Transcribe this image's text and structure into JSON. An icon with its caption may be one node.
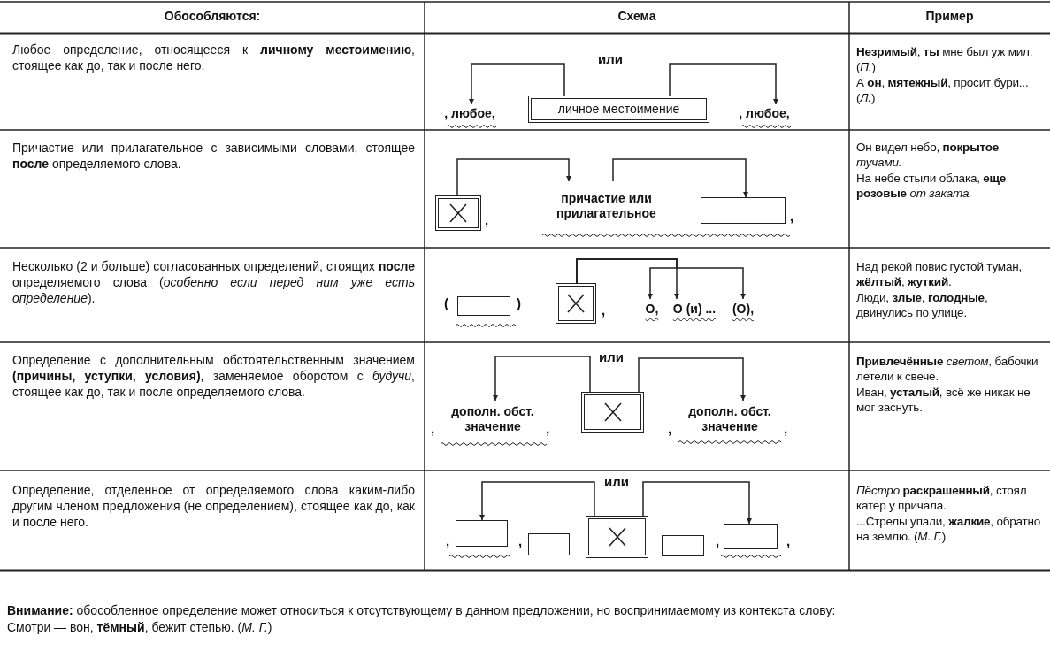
{
  "diagram": {
    "nodes": [
      {
        "text": [
          ", любое,"
        ]
      },
      {
        "text": [
          "личное местоимение"
        ]
      },
      {
        "text": [
          ", любое,"
        ]
      },
      {
        "text": [],
        "shape": "box"
      },
      {
        "text": [
          "причастие или прилагательное"
        ]
      },
      {
        "text": [],
        "shape": "box"
      },
      {
        "text": [],
        "shape": "box"
      },
      {
        "text": [],
        "shape": "box"
      },
      {
        "text": [
          "О,"
        ]
      },
      {
        "text": [
          "О (и) ..."
        ]
      },
      {
        "text": [
          "(О),"
        ]
      },
      {
        "text": [
          "дополн. обст. значение"
        ]
      },
      {
        "text": [],
        "shape": "box"
      },
      {
        "text": [
          "дополн. обст. значение"
        ]
      },
      {
        "text": [],
        "shape": "box"
      },
      {
        "text": [],
        "shape": "box"
      },
      {
        "text": [],
        "shape": "box"
      },
      {
        "text": [],
        "shape": "box"
      },
      {
        "text": [],
        "shape": "box"
      }
    ],
    "edges": [
      {
        "from": 1,
        "to": 0,
        "arrow": "to"
      },
      {
        "from": 1,
        "to": 2,
        "arrow": "to"
      },
      {
        "from": 3,
        "to": 4,
        "arrow": "to"
      },
      {
        "from": 4,
        "to": 5,
        "arrow": "to"
      },
      {
        "from": 7,
        "to": 8,
        "arrow": "to"
      },
      {
        "from": 7,
        "to": 9,
        "arrow": "to"
      },
      {
        "from": 7,
        "to": 10,
        "arrow": "to"
      },
      {
        "from": 12,
        "to": 11,
        "arrow": "to"
      },
      {
        "from": 12,
        "to": 13,
        "arrow": "to"
      },
      {
        "from": 16,
        "to": 14,
        "arrow": "to"
      },
      {
        "from": 16,
        "to": 18,
        "arrow": "to"
      }
    ],
    "labels": [
      "Обособляются:",
      "Схема",
      "Пример",
      "Любое определение, относящееся к **личному местоимению**, стоящее как до, так и после него.",
      "или",
      "**Незримый**, **ты** мне был уж мил. (*П.*)",
      "А **он**, **мятежный**, просит бури... (*Л.*)",
      "Причастие или прилагательное с зависимыми словами, стоящее **после** определяемого слова.",
      ",",
      ",",
      "Он видел небо, **покрытое** *тучами.*",
      "На небе стыли облака, **еще розовые** *от заката.*",
      "Несколько (2 и больше) согласованных определений, стоящих **после** определяемого слова (*особенно если перед ним уже есть определение*).",
      "(",
      ")",
      ",",
      "Над рекой повис густой туман, **жёлтый**, **жуткий**.",
      "Люди, **злые**, **голодные**, двинулись по улице.",
      "Определение с дополнительным обстоятельственным значением **(причины, уступки, условия)**, заменяемое оборотом с *будучи*, стоящее как до, так и после определяемого слова.",
      "или",
      ",",
      ",",
      ",",
      ",",
      "**Привлечённые** *светом*, бабочки летели к свече.",
      "Иван, **усталый**, всё же никак не мог заснуть.",
      "Определение, отделенное от определяемого слова каким-либо другим членом предложения (не определением), стоящее как до, как и после него.",
      "или",
      ",",
      ",",
      ",",
      ",",
      "*Пёстро* **раскрашенный**, стоял катер у причала.",
      "...Стрелы упали, **жалкие**, обратно на землю. (*М. Г.*)",
      "**Внимание:** обособленное определение может относиться к отсутствующему в данном предложении, но воспринимаемому из контекста слову:",
      "Смотри — вон, **тёмный**, бежит степью. (*М. Г.*)"
    ]
  }
}
